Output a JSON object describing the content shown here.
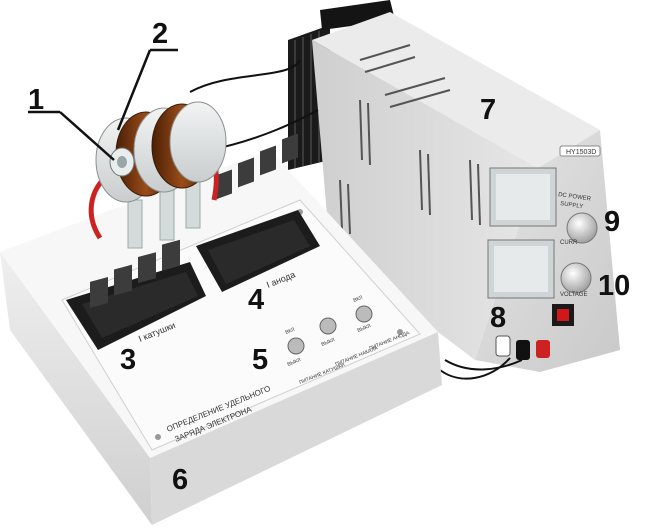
{
  "callouts": {
    "c1": "1",
    "c2": "2",
    "c3": "3",
    "c4": "4",
    "c5": "5",
    "c6": "6",
    "c7": "7",
    "c8": "8",
    "c9": "9",
    "c10": "10"
  },
  "panel": {
    "display_coil_label": "I катушки",
    "display_anode_label": "I анода",
    "switch_off": "ВЫКЛ",
    "switch_on": "ВКЛ",
    "switch_coil_label": "ПИТАНИЕ КАТУШКИ",
    "switch_heat_label": "ПИТАНИЕ НАКАЛА",
    "switch_anode_label": "ПИТАНИЕ АНОДА",
    "title_line1": "ОПРЕДЕЛЕНИЕ УДЕЛЬНОГО",
    "title_line2": "ЗАРЯДА ЭЛЕКТРОНА"
  },
  "psu": {
    "brand": "HY1503D",
    "model_line1": "DC POWER",
    "model_line2": "SUPPLY",
    "knob_current": "CURR",
    "knob_voltage": "VOLTAGE"
  },
  "colors": {
    "case": "#e9e9e9",
    "panel": "#f7f7f7",
    "display_bezel": "#1c1c1c",
    "segment_off": "#3c3c3c",
    "psu_body": "#d9d9d9",
    "heatsink": "#1a1a1a",
    "coil_copper": "#7a3b12",
    "wire_red": "#cc2222",
    "switch_red": "#d01818"
  }
}
